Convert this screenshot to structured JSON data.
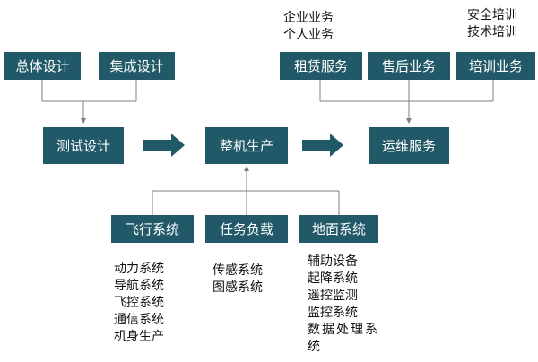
{
  "colors": {
    "box": "#215968",
    "box_text": "#ffffff",
    "line": "#7f7f7f",
    "arrow": "#215968",
    "text": "#111111"
  },
  "nodes": {
    "overall_design": "总体设计",
    "integration_design": "集成设计",
    "test_design": "测试设计",
    "assembly_production": "整机生产",
    "operation_service": "运维服务",
    "leasing_service": "租赁服务",
    "after_sales": "售后业务",
    "training": "培训业务",
    "flight_system": "飞行系统",
    "mission_payload": "任务负载",
    "ground_system": "地面系统"
  },
  "notes": {
    "leasing": [
      "企业业务",
      "个人业务"
    ],
    "training": [
      "安全培训",
      "技术培训"
    ],
    "flight": [
      "动力系统",
      "导航系统",
      "飞控系统",
      "通信系统",
      "机身生产"
    ],
    "payload": [
      "传感系统",
      "图感系统"
    ],
    "ground": [
      "辅助设备",
      "起降系统",
      "遥控监测",
      "监控系统",
      "数据处理系",
      "统"
    ]
  }
}
